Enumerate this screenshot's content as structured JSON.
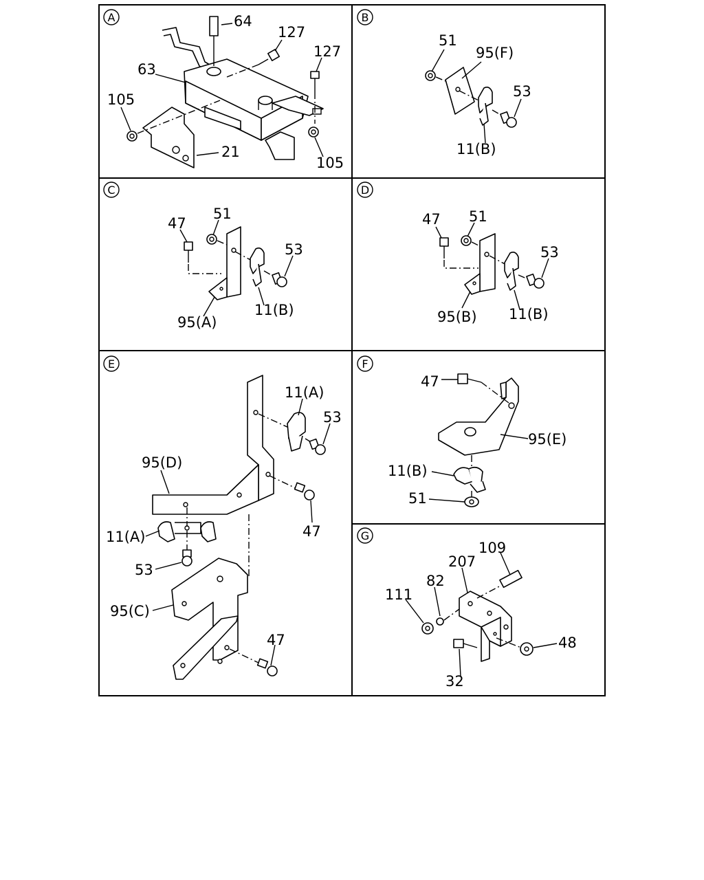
{
  "panels": [
    {
      "id": "A",
      "letter": "A",
      "labels": [
        "64",
        "127",
        "127",
        "63",
        "105",
        "21",
        "105"
      ]
    },
    {
      "id": "B",
      "letter": "B",
      "labels": [
        "51",
        "95(F)",
        "53",
        "11(B)"
      ]
    },
    {
      "id": "C",
      "letter": "C",
      "labels": [
        "47",
        "51",
        "53",
        "11(B)",
        "95(A)"
      ]
    },
    {
      "id": "D",
      "letter": "D",
      "labels": [
        "47",
        "51",
        "53",
        "95(B)",
        "11(B)"
      ]
    },
    {
      "id": "E",
      "letter": "E",
      "labels": [
        "11(A)",
        "53",
        "95(D)",
        "47",
        "11(A)",
        "53",
        "95(C)",
        "47"
      ]
    },
    {
      "id": "F",
      "letter": "F",
      "labels": [
        "47",
        "95(E)",
        "11(B)",
        "51"
      ]
    },
    {
      "id": "G",
      "letter": "G",
      "labels": [
        "109",
        "207",
        "82",
        "111",
        "48",
        "32"
      ]
    }
  ]
}
